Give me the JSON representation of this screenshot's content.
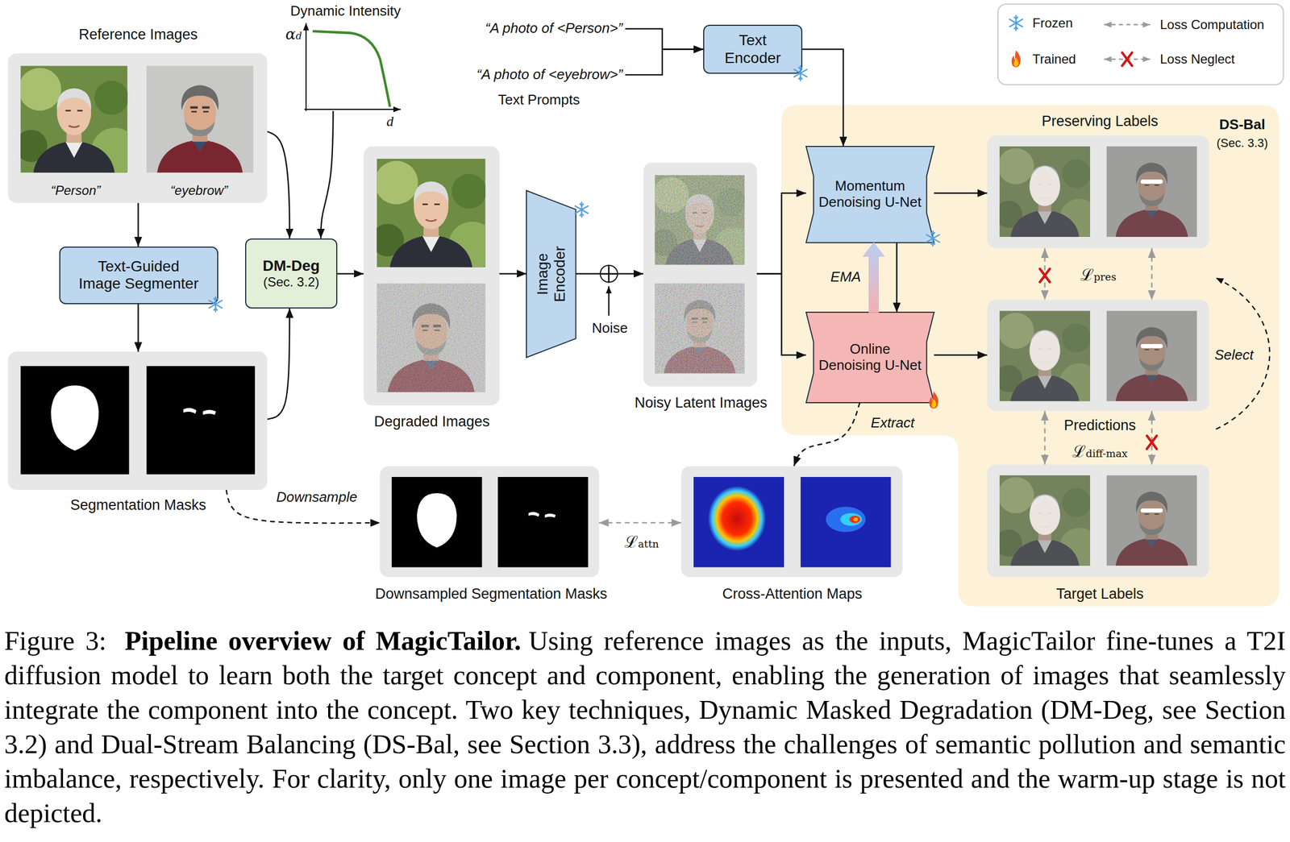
{
  "diagram": {
    "title": "Pipeline overview of MagicTailor.",
    "caption": "Using reference images as the inputs, MagicTailor fine-tunes a T2I diffusion model to learn both the target concept and component, enabling the generation of images that seamlessly integrate the component into the concept. Two key techniques, Dynamic Masked Degradation (DM-Deg, see Section 3.2) and Dual-Stream Balancing (DS-Bal, see Section 3.3), address the challenges of semantic pollution and semantic imbalance, respectively. For clarity, only one image per concept/component is presented and the warm-up stage is not depicted.",
    "nodes": [
      {
        "text": [
          "Reference Images",
          "“Person”",
          "“eyebrow”"
        ]
      },
      {
        "text": [
          "Text-Guided Image Segmenter"
        ]
      },
      {
        "text": [
          "Segmentation Masks"
        ]
      },
      {
        "text": [
          "Dynamic Intensity"
        ]
      },
      {
        "text": [
          "DM-Deg",
          "(Sec. 3.2)"
        ]
      },
      {
        "text": [
          "Degraded Images"
        ]
      },
      {
        "text": [
          "Image Encoder"
        ]
      },
      {
        "text": [
          "Noise"
        ]
      },
      {
        "text": [
          "Noisy Latent Images"
        ]
      },
      {
        "text": [
          "“A photo of <Person>”"
        ]
      },
      {
        "text": [
          "“A photo of <eyebrow>”"
        ]
      },
      {
        "text": [
          "Text Encoder"
        ]
      },
      {
        "text": [
          "DS-Bal",
          "(Sec. 3.3)"
        ]
      },
      {
        "text": [
          "Momentum Denoising U-Net"
        ],
        "in": 12
      },
      {
        "text": [
          "Online Denoising U-Net"
        ],
        "in": 12
      },
      {
        "text": [
          "Preserving Labels"
        ],
        "in": 12
      },
      {
        "text": [
          "Predictions"
        ],
        "in": 12
      },
      {
        "text": [
          "Target Labels"
        ],
        "in": 12
      },
      {
        "text": [
          "Downsampled Segmentation Masks"
        ]
      },
      {
        "text": [
          "Cross-Attention Maps"
        ]
      }
    ],
    "edges": [
      {
        "from": 0,
        "to": 1,
        "arrow": "to"
      },
      {
        "from": 1,
        "to": 2,
        "arrow": "to"
      },
      {
        "from": 0,
        "to": 4,
        "arrow": "to"
      },
      {
        "from": 3,
        "to": 4,
        "arrow": "to"
      },
      {
        "from": 2,
        "to": 4,
        "arrow": "to"
      },
      {
        "from": 4,
        "to": 5,
        "arrow": "to"
      },
      {
        "from": 5,
        "to": 6,
        "arrow": "to"
      },
      {
        "from": 6,
        "to": 7,
        "arrow": "none"
      },
      {
        "from": 7,
        "to": 8,
        "arrow": "to"
      },
      {
        "from": 8,
        "to": 13,
        "arrow": "to"
      },
      {
        "from": 8,
        "to": 14,
        "arrow": "to"
      },
      {
        "from": 9,
        "to": 11,
        "arrow": "to"
      },
      {
        "from": 10,
        "to": 11,
        "arrow": "to"
      },
      {
        "from": 11,
        "to": 13,
        "arrow": "to"
      },
      {
        "from": 13,
        "to": 14,
        "arrow": "to"
      },
      {
        "from": 14,
        "to": 13,
        "label": "EMA",
        "arrow": "to"
      },
      {
        "from": 13,
        "to": 15,
        "arrow": "to"
      },
      {
        "from": 14,
        "to": 16,
        "arrow": "to"
      },
      {
        "from": 15,
        "to": 16,
        "arrow": "both"
      },
      {
        "from": 15,
        "to": 16,
        "label": "ℒpres",
        "arrow": "both"
      },
      {
        "from": 16,
        "to": 17,
        "label": "ℒdiff-max",
        "arrow": "both"
      },
      {
        "from": 16,
        "to": 17,
        "arrow": "both"
      },
      {
        "from": 14,
        "to": 19,
        "label": "Extract",
        "arrow": "to"
      },
      {
        "from": 2,
        "to": 18,
        "label": "Downsample",
        "arrow": "to"
      },
      {
        "from": 18,
        "to": 19,
        "label": "ℒattn",
        "arrow": "both"
      }
    ],
    "labels": [
      "αd",
      "d",
      "Text Prompts",
      "Select",
      "Figure 3:"
    ],
    "legend": [
      {
        "text": "Frozen"
      },
      {
        "text": "Trained"
      },
      {
        "text": "Loss Computation"
      },
      {
        "text": "Loss Neglect"
      }
    ]
  }
}
